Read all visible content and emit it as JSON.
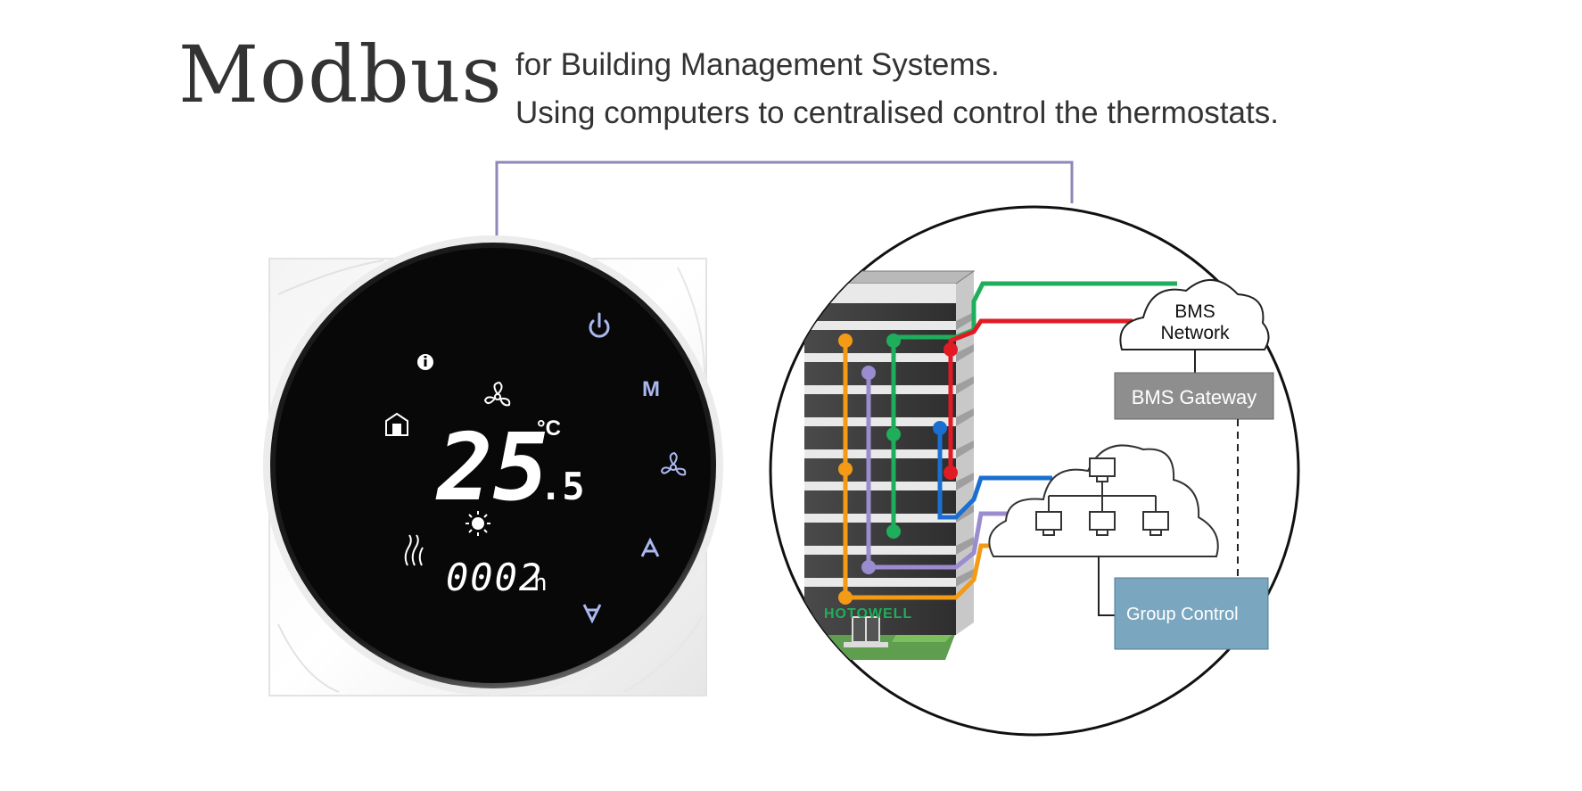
{
  "header": {
    "title": "Modbus",
    "line1": "for Building Management Systems.",
    "line2": "Using computers to centralised control the thermostats."
  },
  "thermostat": {
    "temp_main": "25",
    "temp_decimal": ".5",
    "temp_unit": "°C",
    "timer": "0002",
    "timer_unit": "h",
    "mode_button": "M"
  },
  "diagram": {
    "bms_network": [
      "BMS",
      "Network"
    ],
    "bms_gateway": "BMS Gateway",
    "group_control": "Group Control",
    "brand": "HOTOWELL"
  },
  "colors": {
    "lcd_text": "#ffffff",
    "button_glow": "#aab8f0",
    "wire_green": "#1fae5b",
    "wire_red": "#e11b24",
    "wire_blue": "#1b6fd1",
    "wire_purple": "#9a8ccf",
    "wire_orange": "#f39a16",
    "gateway_fill": "#8e8e8e",
    "group_fill": "#7aa7bf"
  }
}
